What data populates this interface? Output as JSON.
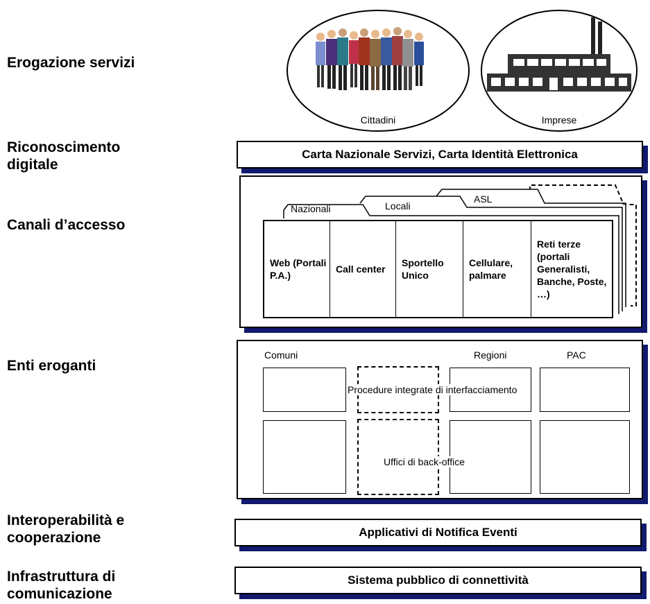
{
  "left_labels": {
    "erogazione": "Erogazione servizi",
    "riconoscimento": "Riconoscimento digitale",
    "canali": "Canali d’accesso",
    "enti": "Enti eroganti",
    "interoperabilita": "Interoperabilità e cooperazione",
    "infrastruttura": "Infrastruttura di comunicazione"
  },
  "users": {
    "cittadini": "Cittadini",
    "imprese": "Imprese"
  },
  "riconoscimento_box": "Carta Nazionale Servizi, Carta Identità Elettronica",
  "canali": {
    "tabs": [
      "Nazionali",
      "Locali",
      "ASL"
    ],
    "channels": [
      "Web (Portali P.A.)",
      "Call center",
      "Sportello Unico",
      "Cellulare, palmare",
      "Reti terze (portali Generalisti, Banche, Poste, …)"
    ]
  },
  "enti": {
    "headers": [
      "Comuni",
      "Regioni",
      "PAC"
    ],
    "procedure": "Procedure integrate di interfacciamento",
    "uffici": "Uffici di back-office"
  },
  "interoperabilita_box": "Applicativi di Notifica Eventi",
  "infrastruttura_box": "Sistema pubblico di connettività",
  "colors": {
    "shadow": "#111a6e"
  }
}
